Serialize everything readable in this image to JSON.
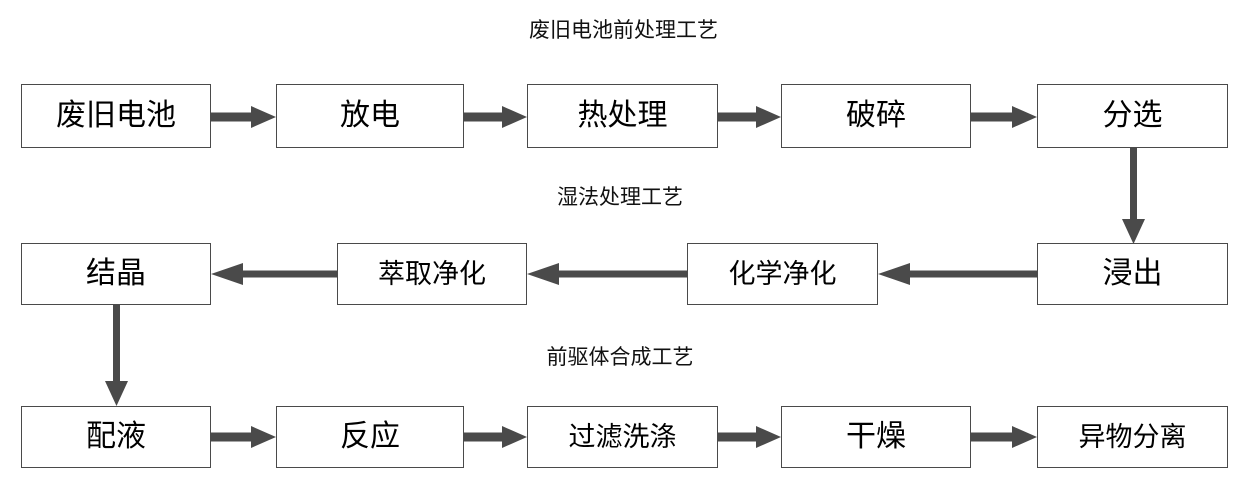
{
  "diagram": {
    "title_sections": [
      {
        "id": "pretreatment",
        "label": "废旧电池前处理工艺"
      },
      {
        "id": "hydrometallurgy",
        "label": "湿法处理工艺"
      },
      {
        "id": "precursor",
        "label": "前驱体合成工艺"
      }
    ],
    "nodes": {
      "n1": "废旧电池",
      "n2": "放电",
      "n3": "热处理",
      "n4": "破碎",
      "n5": "分选",
      "n6": "浸出",
      "n7": "化学净化",
      "n8": "萃取净化",
      "n9": "结晶",
      "n10": "配液",
      "n11": "反应",
      "n12": "过滤洗涤",
      "n13": "干燥",
      "n14": "异物分离"
    },
    "colors": {
      "box_border": "#4a4a4a",
      "arrow": "#4a4a4a",
      "text": "#000000",
      "background": "#ffffff"
    },
    "flow": {
      "row1_direction": "left-to-right",
      "row2_direction": "right-to-left",
      "row3_direction": "left-to-right",
      "connectors": [
        {
          "from": "分选",
          "to": "浸出",
          "direction": "down"
        },
        {
          "from": "结晶",
          "to": "配液",
          "direction": "down"
        }
      ]
    }
  }
}
